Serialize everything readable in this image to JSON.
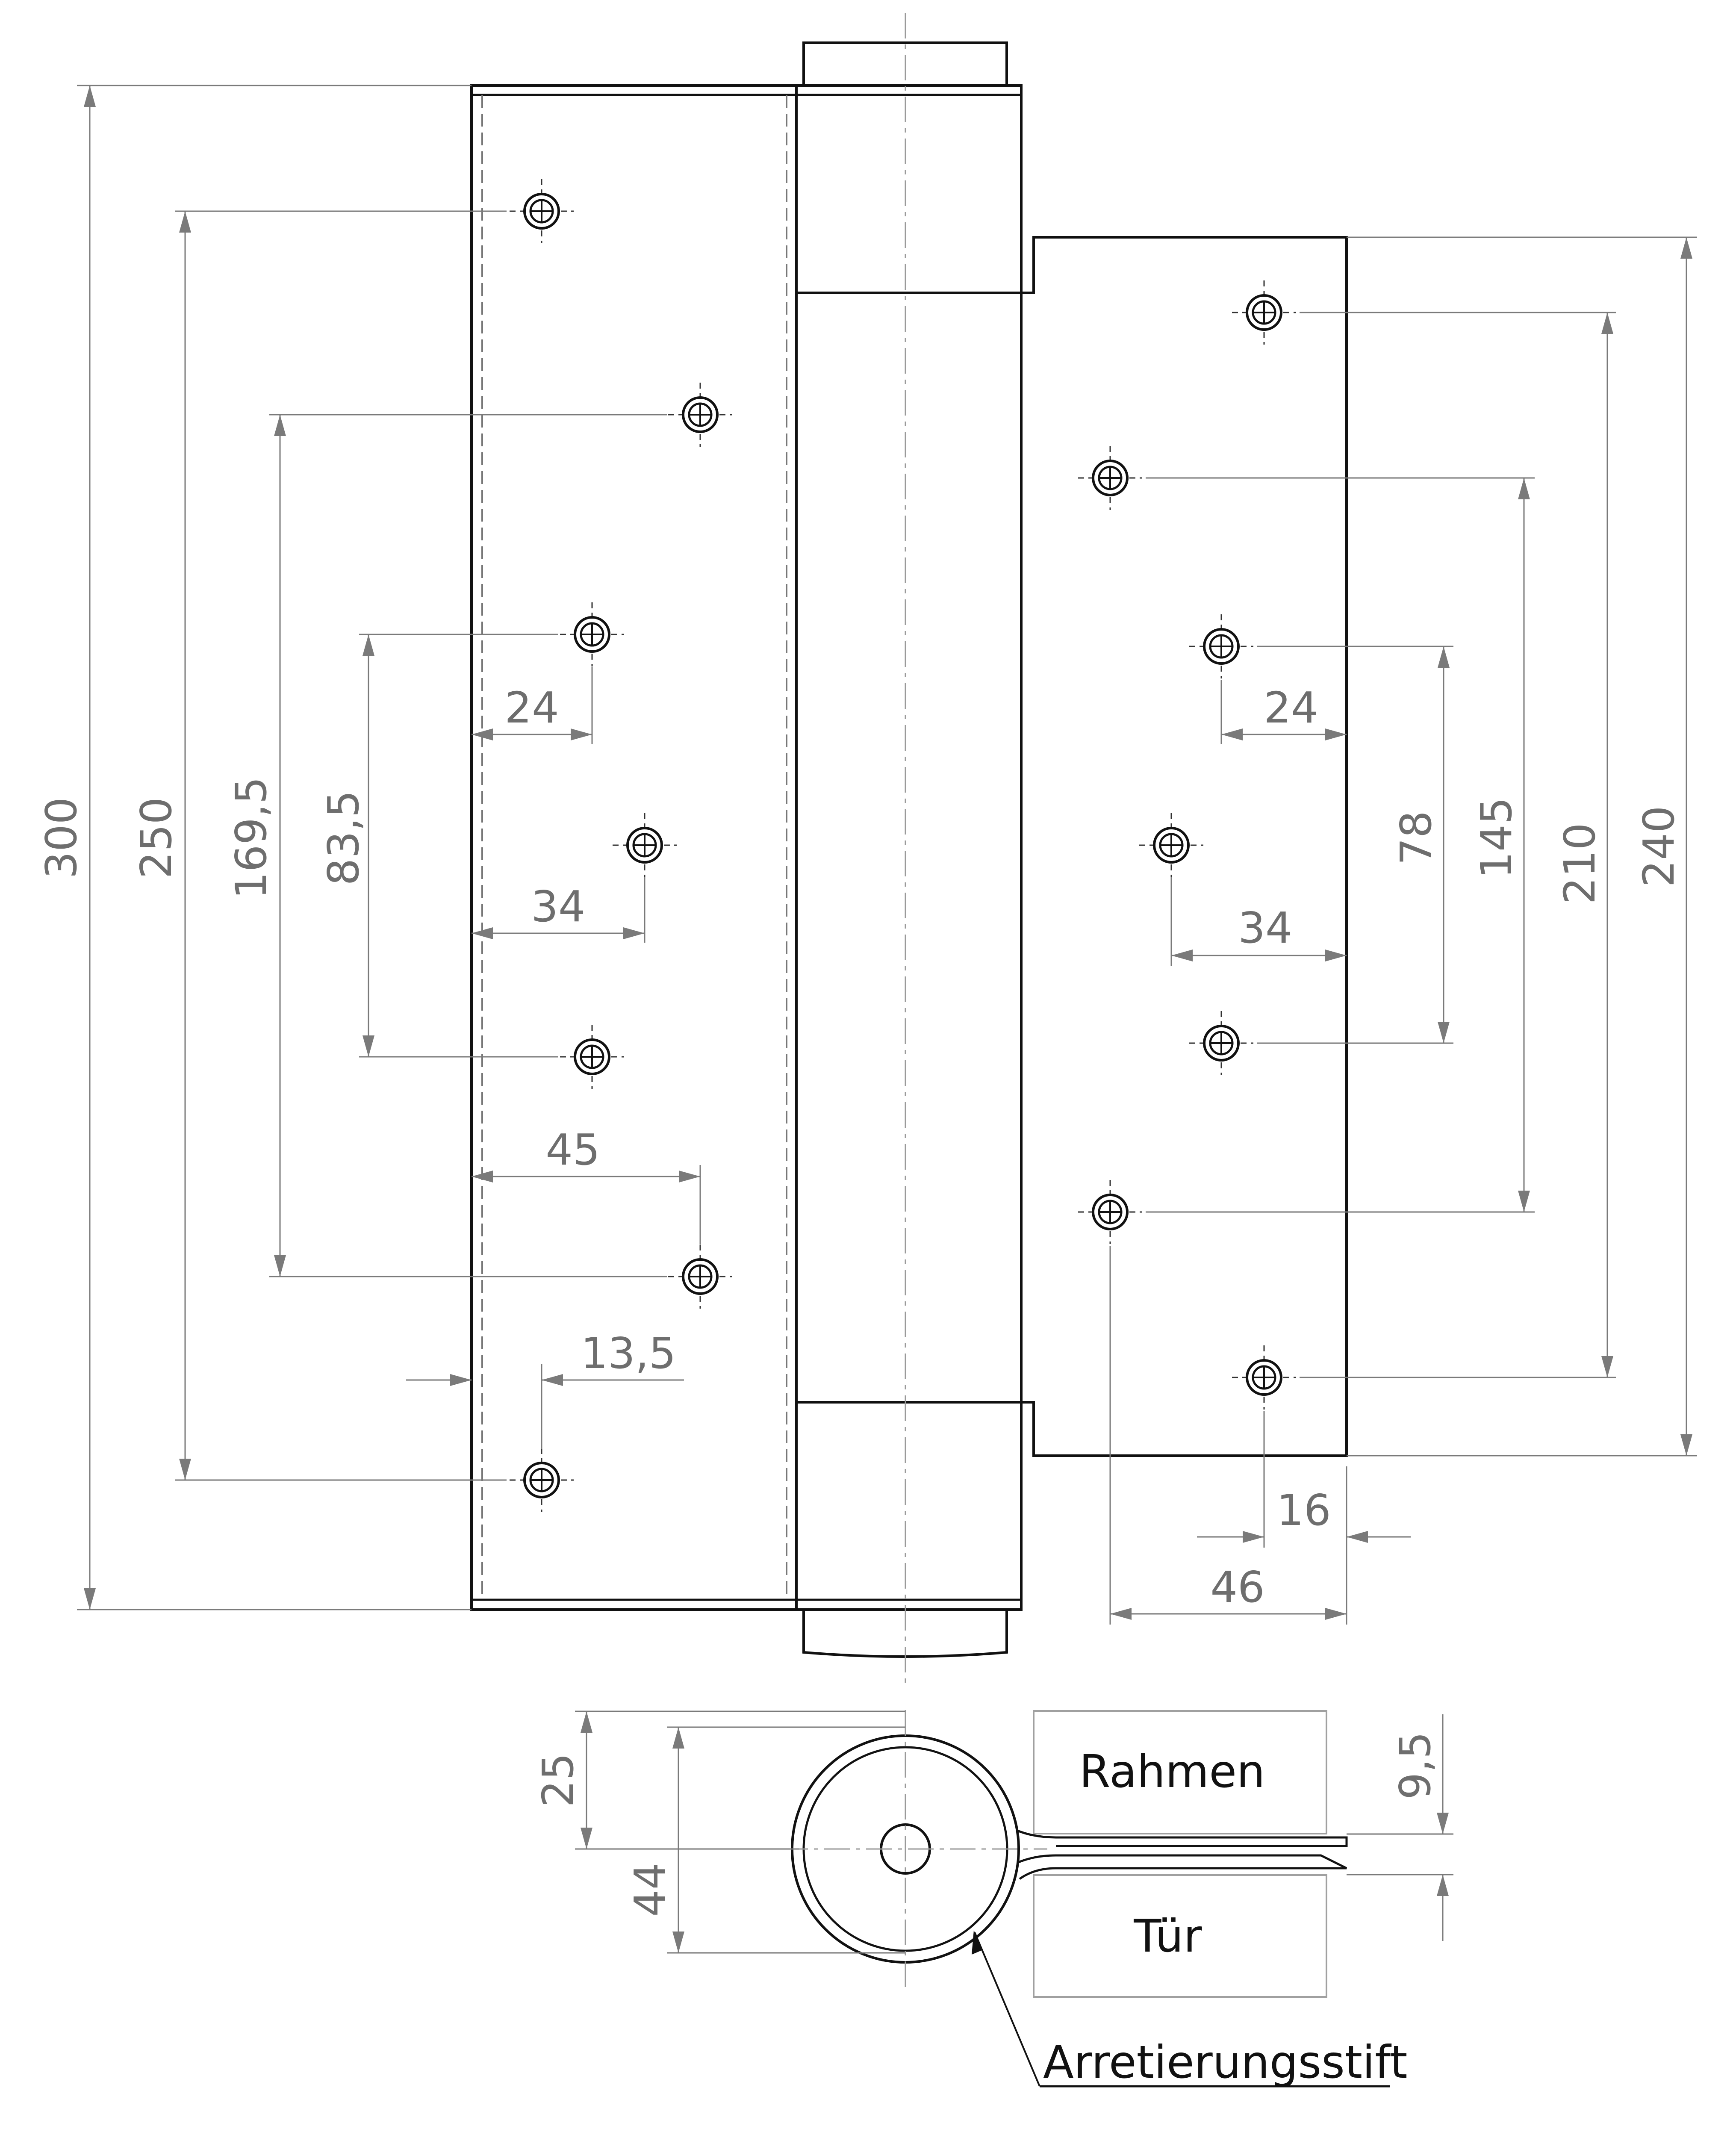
{
  "drawing": {
    "labels": {
      "frame": "Rahmen",
      "door": "Tür",
      "locking_pin": "Arretierungsstift"
    },
    "dimensions": {
      "total_height": "300",
      "left_outer_spacing": "250",
      "left_mid_spacing": "169,5",
      "left_inner_spacing": "83,5",
      "left_offset_1": "24",
      "left_offset_2": "34",
      "left_offset_3": "45",
      "left_offset_4": "13,5",
      "right_leaf_height": "240",
      "right_outer_spacing": "210",
      "right_mid_spacing": "145",
      "right_inner_spacing": "78",
      "right_offset_1": "24",
      "right_offset_2": "34",
      "right_offset_3": "16",
      "right_offset_4": "46",
      "section_barrel_radius": "25",
      "section_barrel_diameter": "44",
      "section_leaf_offset": "9,5"
    }
  }
}
